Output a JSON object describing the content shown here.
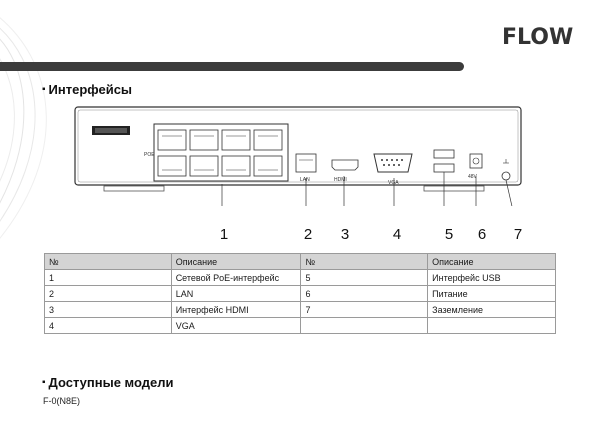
{
  "brand": {
    "logo_text": "FLOW"
  },
  "interfaces": {
    "title": "Интерфейсы",
    "device_labels": {
      "poe": "POE",
      "lan": "LAN",
      "hdmi": "HDMI",
      "vga": "VGA",
      "power": "48V"
    },
    "callouts": [
      "1",
      "2",
      "3",
      "4",
      "5",
      "6",
      "7"
    ],
    "table": {
      "headers": [
        "№",
        "Описание",
        "№",
        "Описание"
      ],
      "rows": [
        [
          "1",
          "Сетевой PoE-интерфейс",
          "5",
          "Интерфейс USB"
        ],
        [
          "2",
          "LAN",
          "6",
          "Питание"
        ],
        [
          "3",
          "Интерфейс HDMI",
          "7",
          "Заземление"
        ],
        [
          "4",
          "VGA",
          "",
          ""
        ]
      ]
    }
  },
  "models": {
    "title": "Доступные модели",
    "list": [
      "F-0(N8E)"
    ]
  }
}
